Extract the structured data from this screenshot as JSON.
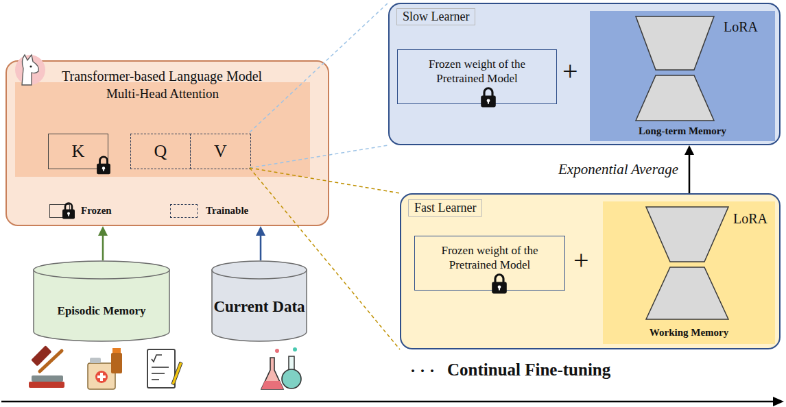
{
  "diagram": {
    "nodes": [
      {
        "text": [
          "Transformer-based Language Model"
        ]
      },
      {
        "text": [
          "Multi-Head Attention"
        ],
        "in": 0
      },
      {
        "text": [
          "K"
        ],
        "in": 1
      },
      {
        "text": [
          "Q"
        ],
        "in": 1
      },
      {
        "text": [
          "V"
        ],
        "in": 1
      },
      {
        "text": [
          "Episodic Memory"
        ]
      },
      {
        "text": [
          "Current Data"
        ]
      },
      {
        "text": [
          "Slow Learner"
        ]
      },
      {
        "text": [
          "Frozen weight of the Pretrained Model"
        ],
        "in": 7
      },
      {
        "text": [
          "LoRA",
          "Long-term Memory"
        ],
        "in": 7
      },
      {
        "text": [
          "Fast Learner"
        ]
      },
      {
        "text": [
          "Frozen weight of the Pretrained Model"
        ],
        "in": 10
      },
      {
        "text": [
          "LoRA",
          "Working Memory"
        ],
        "in": 10
      }
    ],
    "edges": [
      {
        "from": 10,
        "to": 7,
        "arrow": "to",
        "label": "Exponential Average"
      },
      {
        "from": 5,
        "to": 0,
        "arrow": "to"
      },
      {
        "from": 6,
        "to": 0,
        "arrow": "to"
      }
    ],
    "labels": [
      "+",
      "+",
      "· · ·",
      "Continual Fine-tuning"
    ],
    "legend": [
      {
        "text": "Frozen"
      },
      {
        "text": "Trainable"
      }
    ]
  }
}
